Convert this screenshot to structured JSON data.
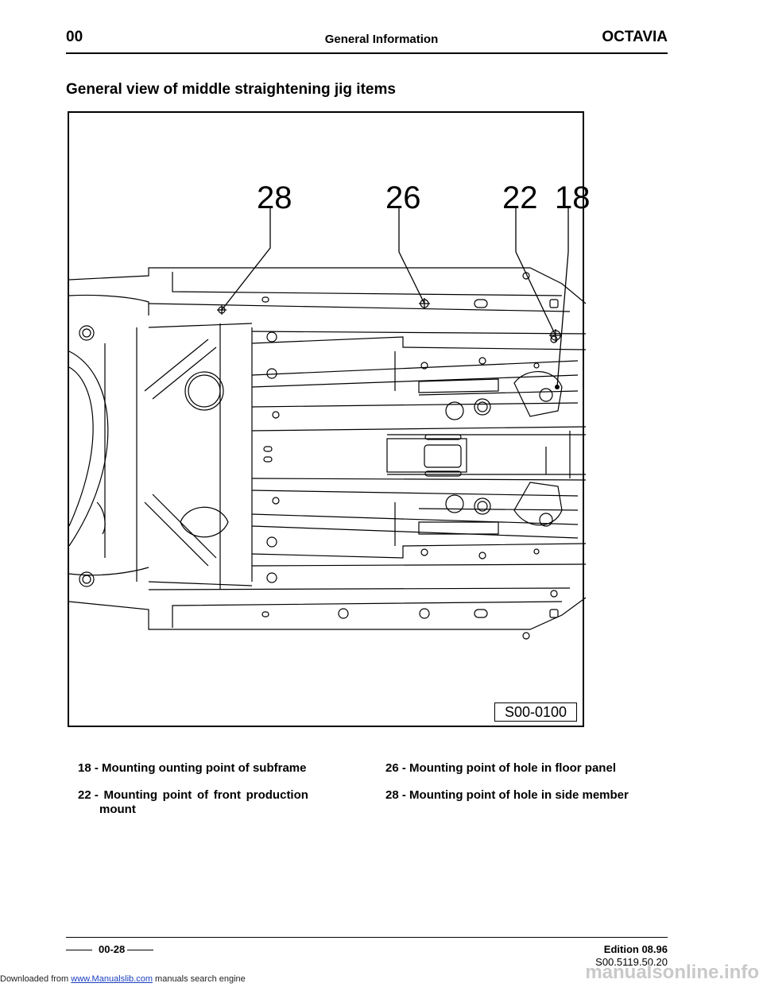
{
  "header": {
    "section": "00",
    "title": "General Information",
    "model": "OCTAVIA"
  },
  "page_title": "General view of middle straightening jig items",
  "figure": {
    "callouts": [
      "28",
      "26",
      "22",
      "18"
    ],
    "figure_id": "S00-0100"
  },
  "legend": [
    {
      "num": "18 -",
      "text": "Mounting ounting point of subframe"
    },
    {
      "num": "22 -",
      "line1_words": [
        "Mounting",
        "point",
        "of",
        "front",
        "production"
      ],
      "line2": "mount"
    },
    {
      "num": "26 -",
      "text": "Mounting point of hole in floor panel"
    },
    {
      "num": "28 -",
      "text": "Mounting point of hole in side member"
    }
  ],
  "footer": {
    "page": "00-28",
    "edition": "Edition 08.96",
    "code": "S00.5119.50.20"
  },
  "download_notice": {
    "prefix": "Downloaded from ",
    "link": "www.Manualslib.com",
    "suffix": "  manuals search engine"
  },
  "watermark": "manualsonline.info"
}
